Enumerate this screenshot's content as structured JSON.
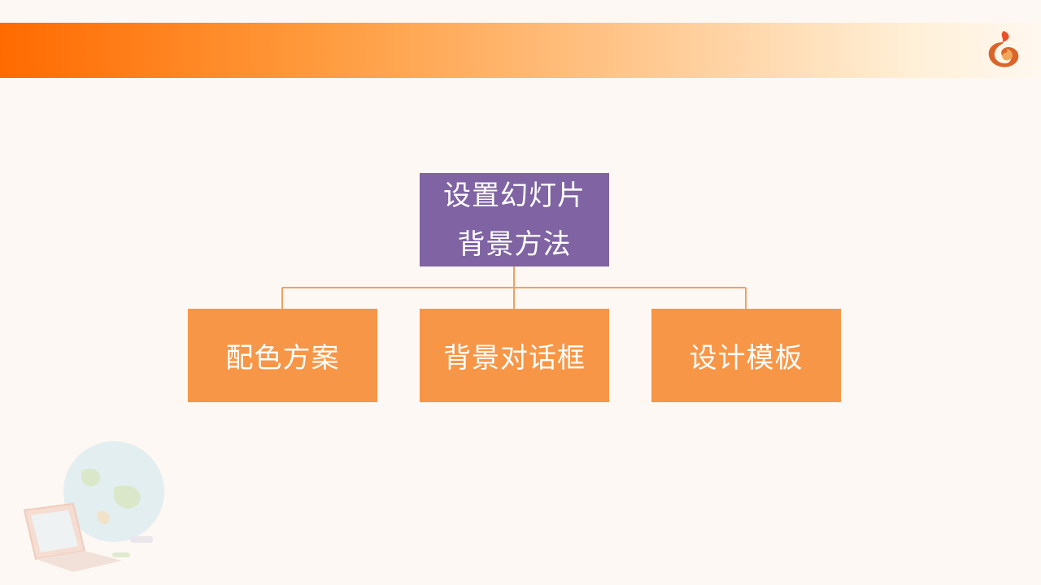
{
  "diagram": {
    "root": {
      "label_line1": "设置幻灯片",
      "label_line2": "背景方法"
    },
    "children": [
      {
        "label": "配色方案"
      },
      {
        "label": "背景对话框"
      },
      {
        "label": "设计模板"
      }
    ]
  },
  "colors": {
    "root_fill": "#7f63a3",
    "child_fill": "#f79646",
    "connector": "#f79646",
    "header_start": "#ff6a00",
    "background": "#fdf8f3"
  },
  "icons": {
    "logo": "flame-swirl-logo",
    "decoration": "globe-laptop-illustration"
  }
}
